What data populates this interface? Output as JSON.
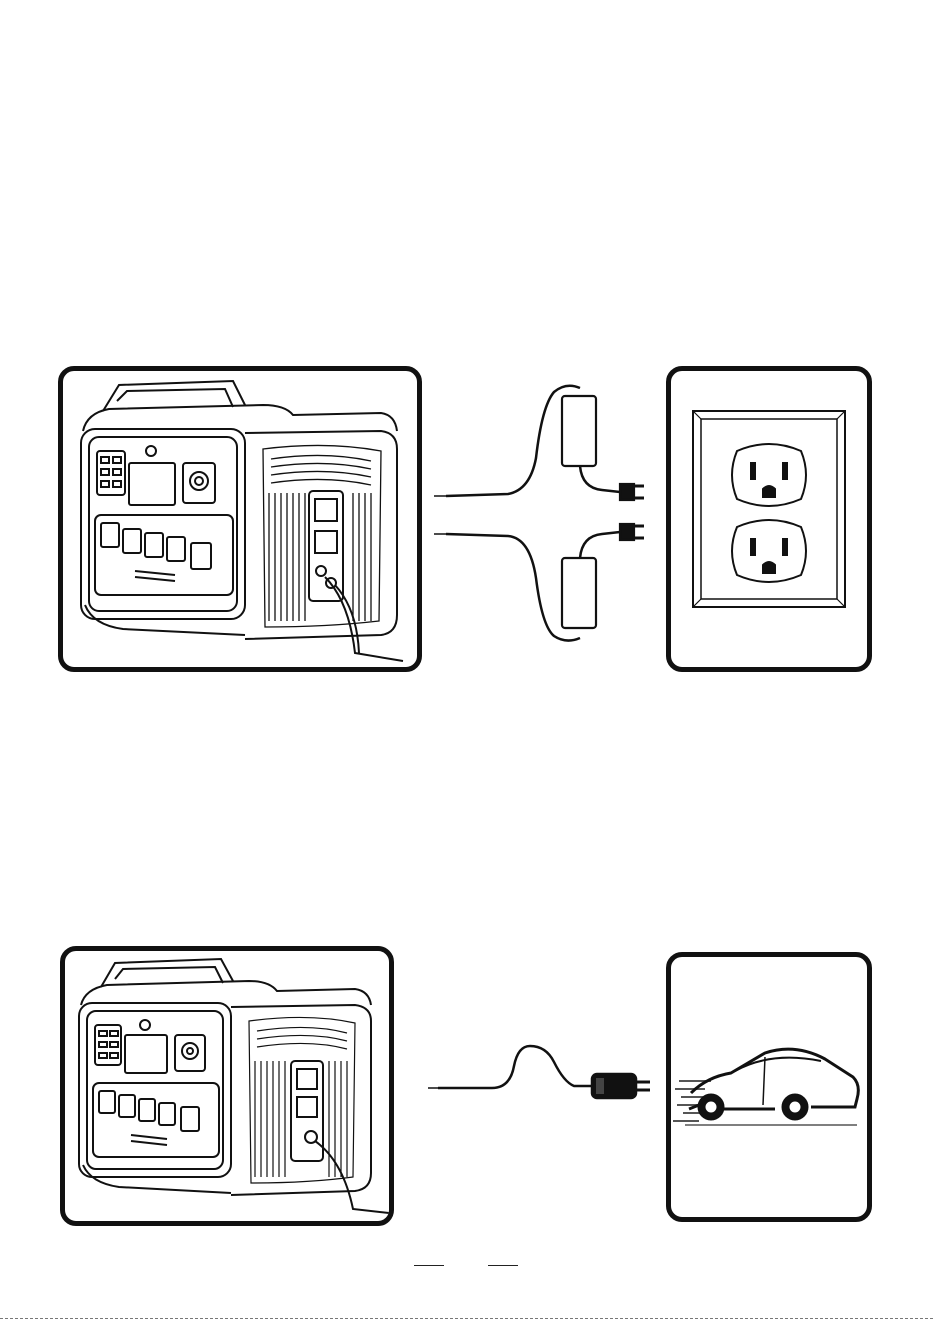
{
  "document": {
    "sections": [
      {
        "name": "ac-wall-charging",
        "components": [
          "power-station",
          "dual-ac-adapters",
          "wall-outlet"
        ]
      },
      {
        "name": "car-charging",
        "components": [
          "power-station",
          "car-charger-cable",
          "car"
        ]
      }
    ],
    "icons": [
      "power-station-icon",
      "ac-adapter-icon",
      "wall-outlet-icon",
      "car-charger-icon",
      "car-icon"
    ],
    "colors": {
      "line": "#111111",
      "grey": "#555555",
      "background": "#ffffff"
    }
  }
}
